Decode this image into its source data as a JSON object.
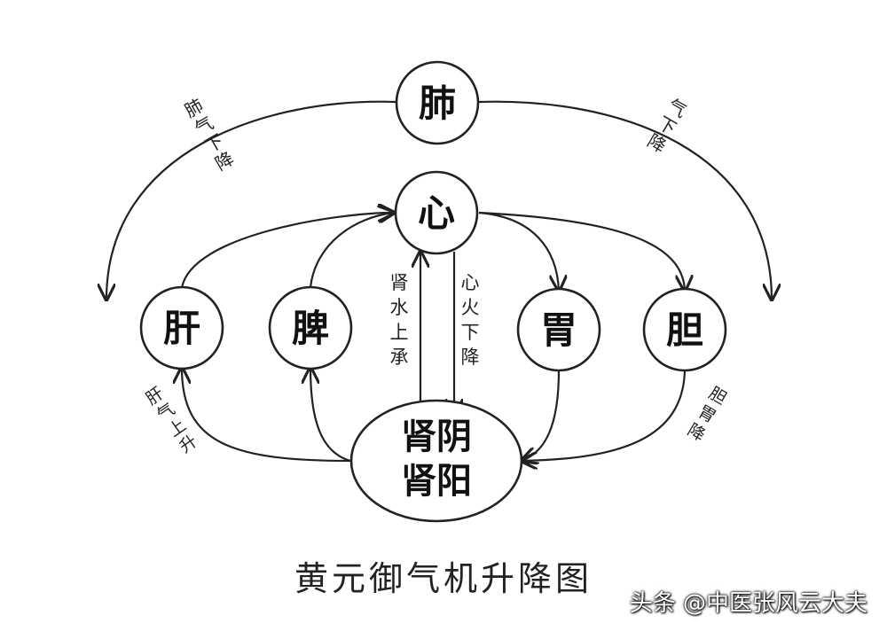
{
  "title": "黄元御气机升降图",
  "watermark": "头条 @中医张风云大夫",
  "nodes": {
    "fei": "肺",
    "xin": "心",
    "gan": "肝",
    "pi": "脾",
    "wei": "胃",
    "dan": "胆",
    "shen_yin": "肾阴",
    "shen_yang": "肾阳"
  },
  "annotations": {
    "fei_qi_xia_jiang": "肺气下降",
    "ling_qi_xia_jiang": "气下降",
    "shen_shui_shang_cheng": "肾水上承",
    "xin_huo_xia_jiang": "心火下降",
    "gan_qi_shang_sheng": "肝气上升",
    "dan_wei_jiang": "胆胃降"
  }
}
